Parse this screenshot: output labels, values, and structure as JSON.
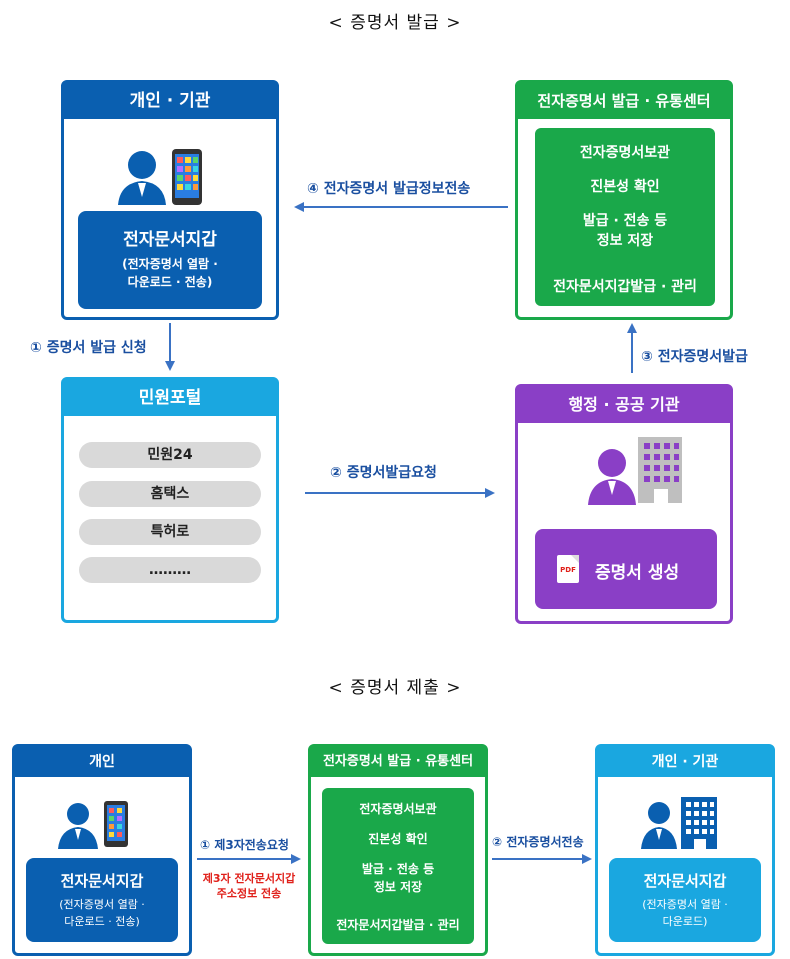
{
  "section1": {
    "title": "< 증명서 발급 >",
    "personal": {
      "header": "개인 · 기관",
      "wallet_title": "전자문서지갑",
      "wallet_desc_1": "(전자증명서 열람 ·",
      "wallet_desc_2": "다운로드 · 전송)"
    },
    "center": {
      "header": "전자증명서 발급 · 유통센터",
      "items": [
        "전자증명서보관",
        "진본성 확인",
        "발급 · 전송 등",
        "정보 저장",
        "전자문서지갑발급 · 관리"
      ]
    },
    "portal": {
      "header": "민원포털",
      "items": [
        "민원24",
        "홈택스",
        "특허로",
        "………"
      ]
    },
    "gov": {
      "header": "행정 · 공공 기관",
      "pdf_label": "PDF",
      "create_label": "증명서 생성"
    },
    "arrows": {
      "a1": "① 증명서 발급 신청",
      "a2": "② 증명서발급요청",
      "a3": "③ 전자증명서발급",
      "a4": "④ 전자증명서 발급정보전송"
    }
  },
  "section2": {
    "title": "< 증명서 제출 >",
    "personal": {
      "header": "개인",
      "wallet_title": "전자문서지갑",
      "wallet_desc_1": "(전자증명서 열람 ·",
      "wallet_desc_2": "다운로드 · 전송)"
    },
    "center": {
      "header": "전자증명서 발급 · 유통센터",
      "items": [
        "전자증명서보관",
        "진본성 확인",
        "발급 · 전송 등",
        "정보 저장",
        "전자문서지갑발급 · 관리"
      ]
    },
    "org": {
      "header": "개인 · 기관",
      "wallet_title": "전자문서지갑",
      "wallet_desc_1": "(전자증명서 열람 ·",
      "wallet_desc_2": "다운로드)"
    },
    "arrows": {
      "a1": "① 제3자전송요청",
      "a1_note_1": "제3자 전자문서지갑",
      "a1_note_2": "주소정보 전송",
      "a2": "② 전자증명서전송"
    }
  },
  "colors": {
    "dark_blue": "#0a5fb0",
    "light_blue": "#1aa7e0",
    "green": "#1aa84a",
    "purple": "#8a3fc6",
    "arrow": "#3a72c4",
    "red_note": "#e0201a"
  }
}
